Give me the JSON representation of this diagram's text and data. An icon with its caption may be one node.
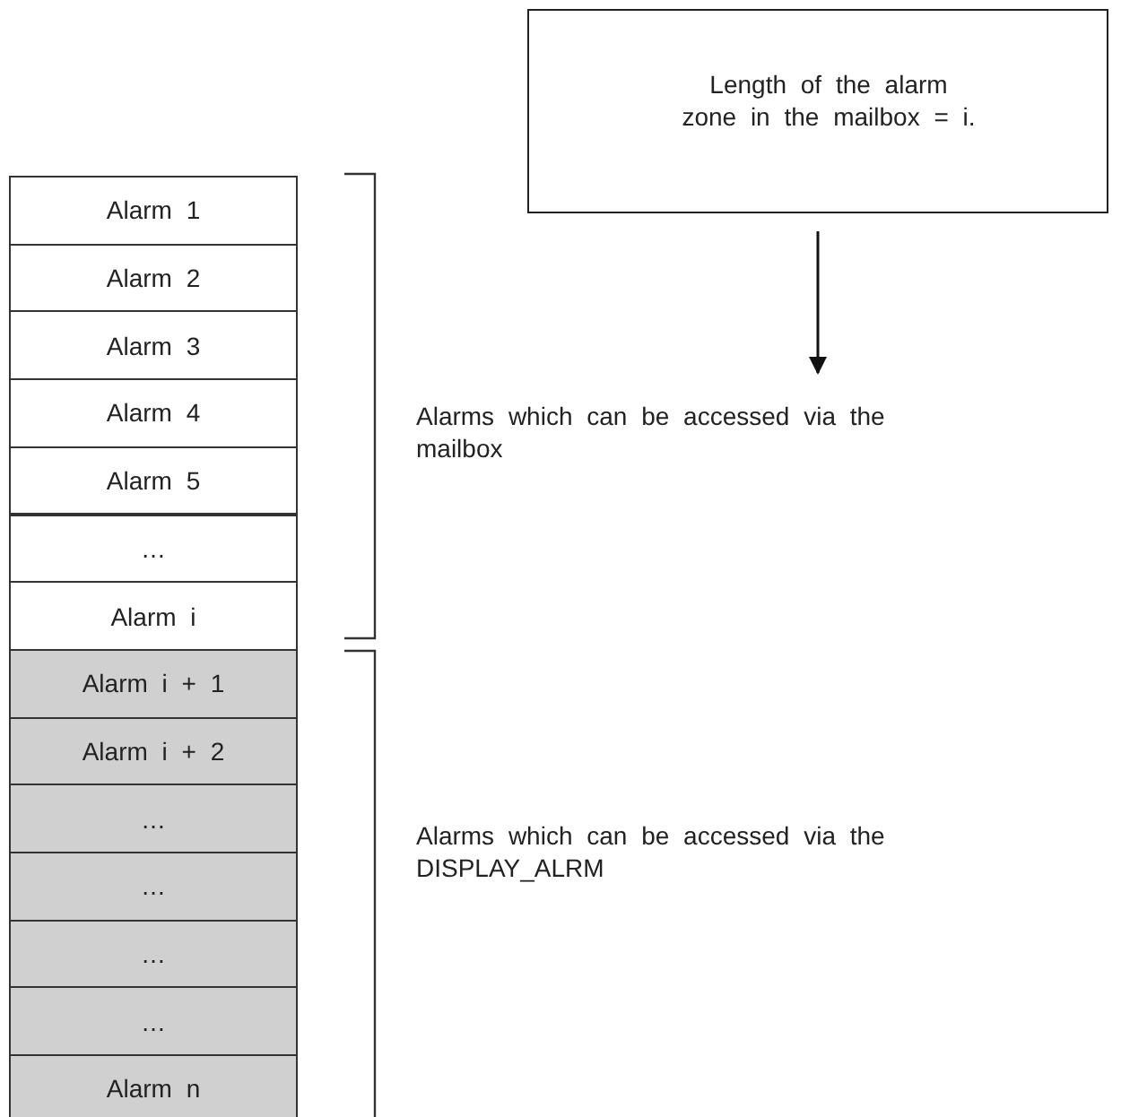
{
  "diagram": {
    "nodes": [
      {
        "text": [
          "Length of the alarm zone in the mailbox = i."
        ]
      },
      {
        "text": [
          "Alarm 1"
        ]
      },
      {
        "text": [
          "Alarm 2"
        ]
      },
      {
        "text": [
          "Alarm 3"
        ]
      },
      {
        "text": [
          "Alarm 4"
        ]
      },
      {
        "text": [
          "Alarm 5"
        ]
      },
      {
        "text": [
          "…"
        ]
      },
      {
        "text": [
          "Alarm i"
        ]
      },
      {
        "text": [
          "Alarm i + 1"
        ]
      },
      {
        "text": [
          "Alarm i + 2"
        ]
      },
      {
        "text": [
          "…"
        ]
      },
      {
        "text": [
          "…"
        ]
      },
      {
        "text": [
          "…"
        ]
      },
      {
        "text": [
          "…"
        ]
      },
      {
        "text": [
          "Alarm n"
        ]
      }
    ],
    "labels": [
      "Alarms which can be accessed via the mailbox",
      "Alarms which can be accessed via the DISPLAY_ALRM"
    ]
  }
}
